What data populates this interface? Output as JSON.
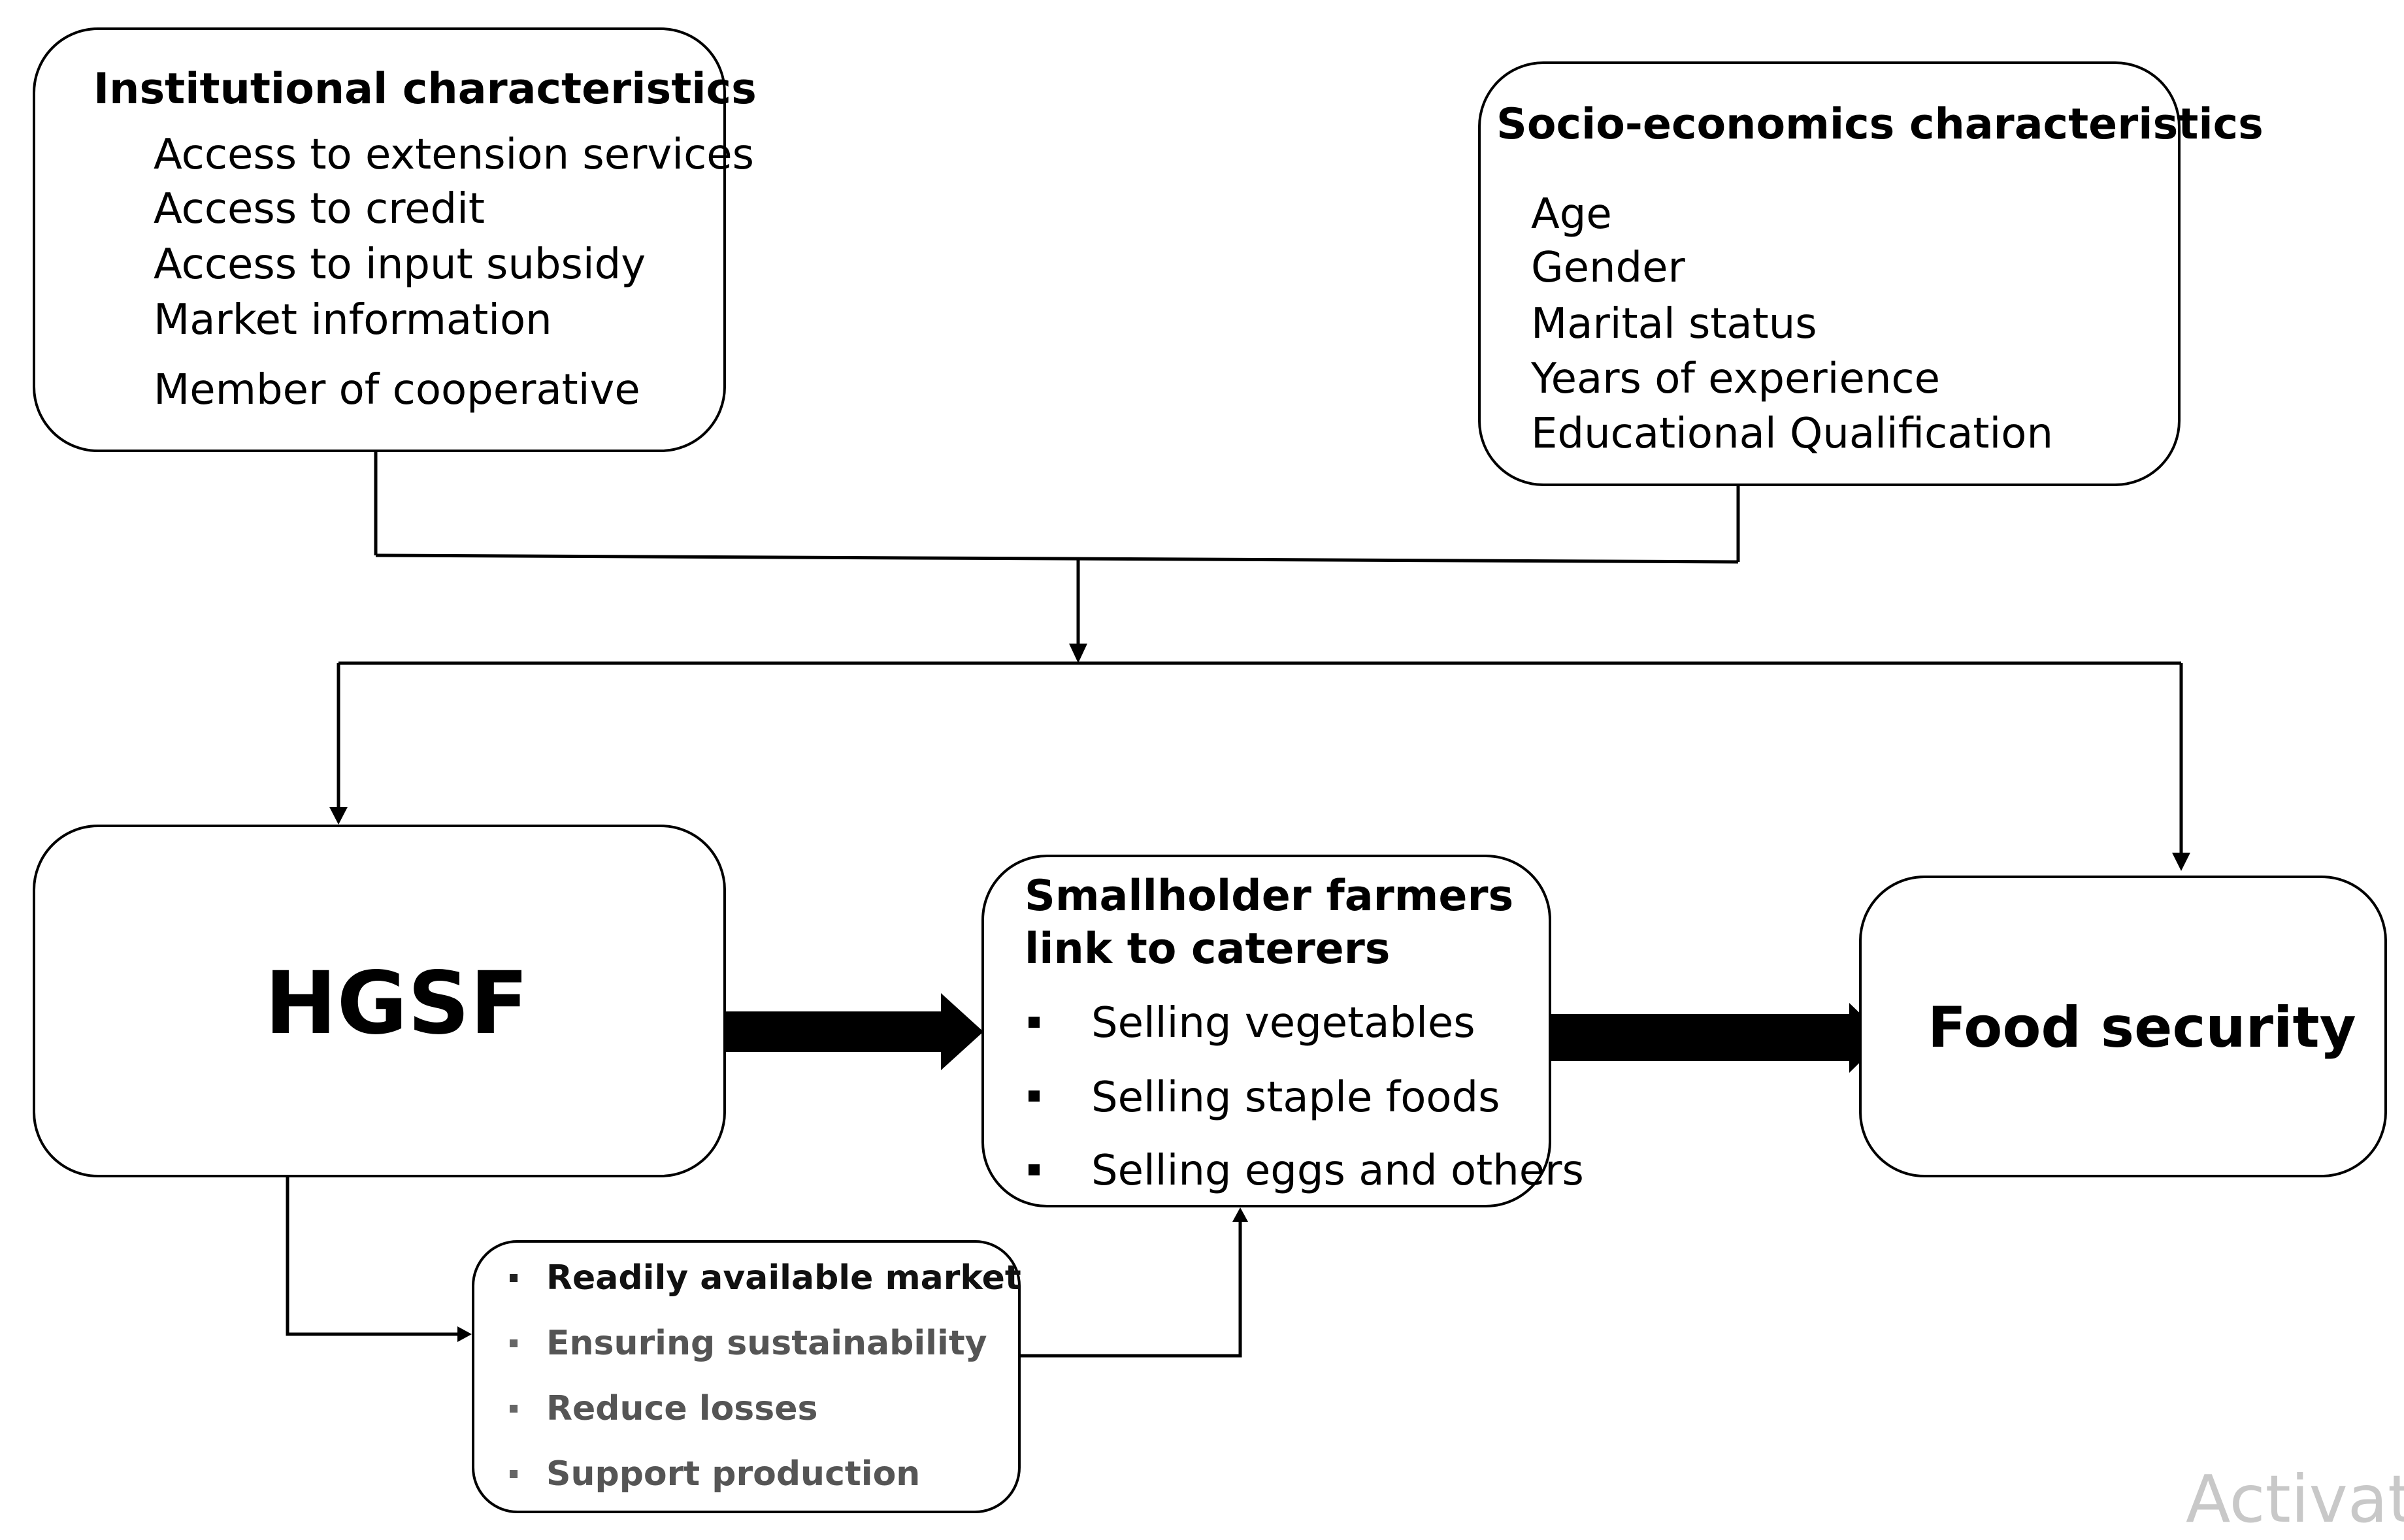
{
  "institutional": {
    "title": "Institutional characteristics",
    "items": [
      "Access to extension services",
      "Access to credit",
      "Access to input subsidy",
      "Market information",
      "Member of cooperative"
    ]
  },
  "socio": {
    "title": "Socio-economics characteristics",
    "items": [
      "Age",
      "Gender",
      "Marital status",
      "Years of experience",
      "Educational Qualification"
    ]
  },
  "hgsf": {
    "label": "HGSF"
  },
  "smallholder": {
    "title_line1": "Smallholder farmers",
    "title_line2": "link to caterers",
    "items": [
      "Selling vegetables",
      "Selling staple foods",
      "Selling eggs  and others"
    ]
  },
  "food_security": {
    "label": "Food security"
  },
  "benefits": {
    "items": [
      "Readily available market",
      "Ensuring sustainability",
      "Reduce losses",
      "Support production"
    ],
    "colors": [
      "#111111",
      "#555555",
      "#555555",
      "#555555"
    ]
  },
  "watermark": {
    "text": "Activate"
  }
}
